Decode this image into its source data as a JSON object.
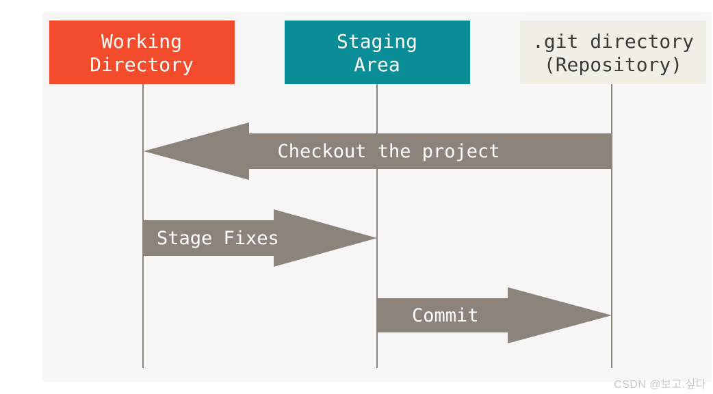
{
  "columns": {
    "working_directory": {
      "line1": "Working",
      "line2": "Directory",
      "color": "#f24c2c",
      "text_color": "#ffffff"
    },
    "staging_area": {
      "line1": "Staging",
      "line2": "Area",
      "color": "#0b8d98",
      "text_color": "#ffffff"
    },
    "git_directory": {
      "line1": ".git directory",
      "line2": "(Repository)",
      "color": "#efefe6",
      "text_color": "#3b3b3b"
    }
  },
  "arrows": {
    "checkout": {
      "label": "Checkout the project",
      "direction": "left",
      "from": "git_directory",
      "to": "working_directory"
    },
    "stage": {
      "label": "Stage Fixes",
      "direction": "right",
      "from": "working_directory",
      "to": "staging_area"
    },
    "commit": {
      "label": "Commit",
      "direction": "right",
      "from": "staging_area",
      "to": "git_directory"
    }
  },
  "style": {
    "panel_background": "#f6f6f6",
    "arrow_color": "#8c847b",
    "arrow_text_color": "#ffffff",
    "lifeline_color": "#8c847b"
  },
  "watermark": {
    "text": "CSDN @보고.싶다"
  }
}
